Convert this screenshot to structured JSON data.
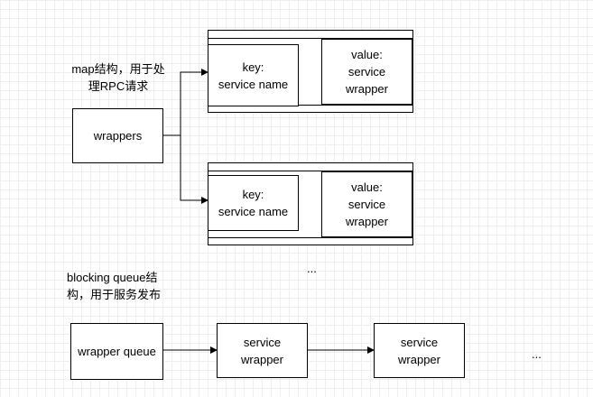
{
  "map_caption": "map结构，用于处\n理RPC请求",
  "wrappers_label": "wrappers",
  "map_entries": [
    {
      "key_label": "key:\nservice name",
      "value_label": "value:\nservice\nwrapper"
    },
    {
      "key_label": "key:\nservice name",
      "value_label": "value:\nservice\nwrapper"
    }
  ],
  "map_ellipsis": "...",
  "queue_caption": "blocking queue结\n构，用于服务发布",
  "queue_label": "wrapper queue",
  "queue_items": [
    "service\nwrapper",
    "service\nwrapper"
  ],
  "queue_ellipsis": "..."
}
